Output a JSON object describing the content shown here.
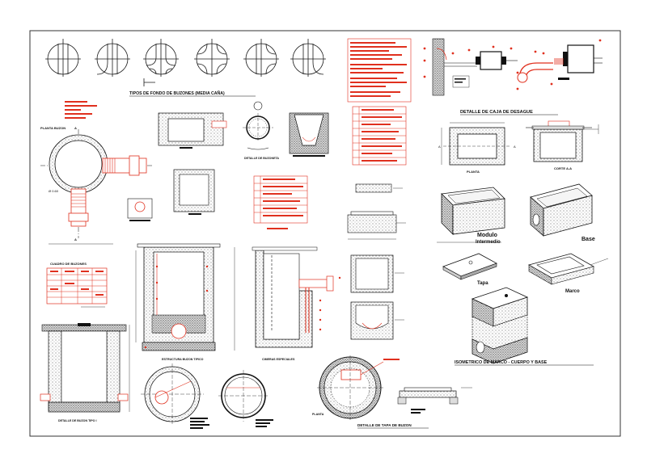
{
  "labels": {
    "tipos_fondo": "TIPOS DE FONDO DE BUZONES (MEDIA CAÑA)",
    "detalle_caja": "DETALLE DE CAJA DE DESAGUE",
    "detalle_buzoneta": "DETALLE DE BUZONETA",
    "planta": "PLANTA",
    "corte_aa": "CORTE A-A",
    "cuadro_buzones": "CUADRO DE BUZONES",
    "modulo": "Modulo",
    "intermedio": "Intermedio",
    "base": "Base",
    "tapa": "Tapa",
    "marco": "Marco",
    "isometrico": "ISOMETRICO DE MARCO - CUERPO Y BASE",
    "buzon_tipico": "ESTRUCTURA BUZON TIPICO",
    "cimeras": "CIMERAS ESPECIALES",
    "detalle_buzon1": "DETALLE DE BUZON TIPO I",
    "detalle_tapa": "DETALLE DE TAPA DE BUZON",
    "planta_bottom": "PLANTA"
  },
  "colors": {
    "line": "#1a1a1a",
    "accent": "#e0301e",
    "hatch": "#8a8a8a",
    "frame": "#333333"
  }
}
